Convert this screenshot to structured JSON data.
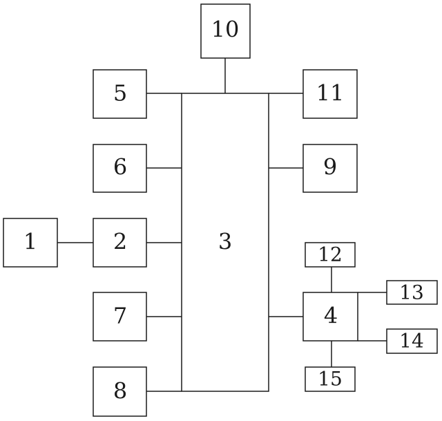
{
  "blocks": {
    "b1": "1",
    "b2": "2",
    "b3": "3",
    "b4": "4",
    "b5": "5",
    "b6": "6",
    "b7": "7",
    "b8": "8",
    "b9": "9",
    "b10": "10",
    "b11": "11",
    "b12": "12",
    "b13": "13",
    "b14": "14",
    "b15": "15"
  }
}
